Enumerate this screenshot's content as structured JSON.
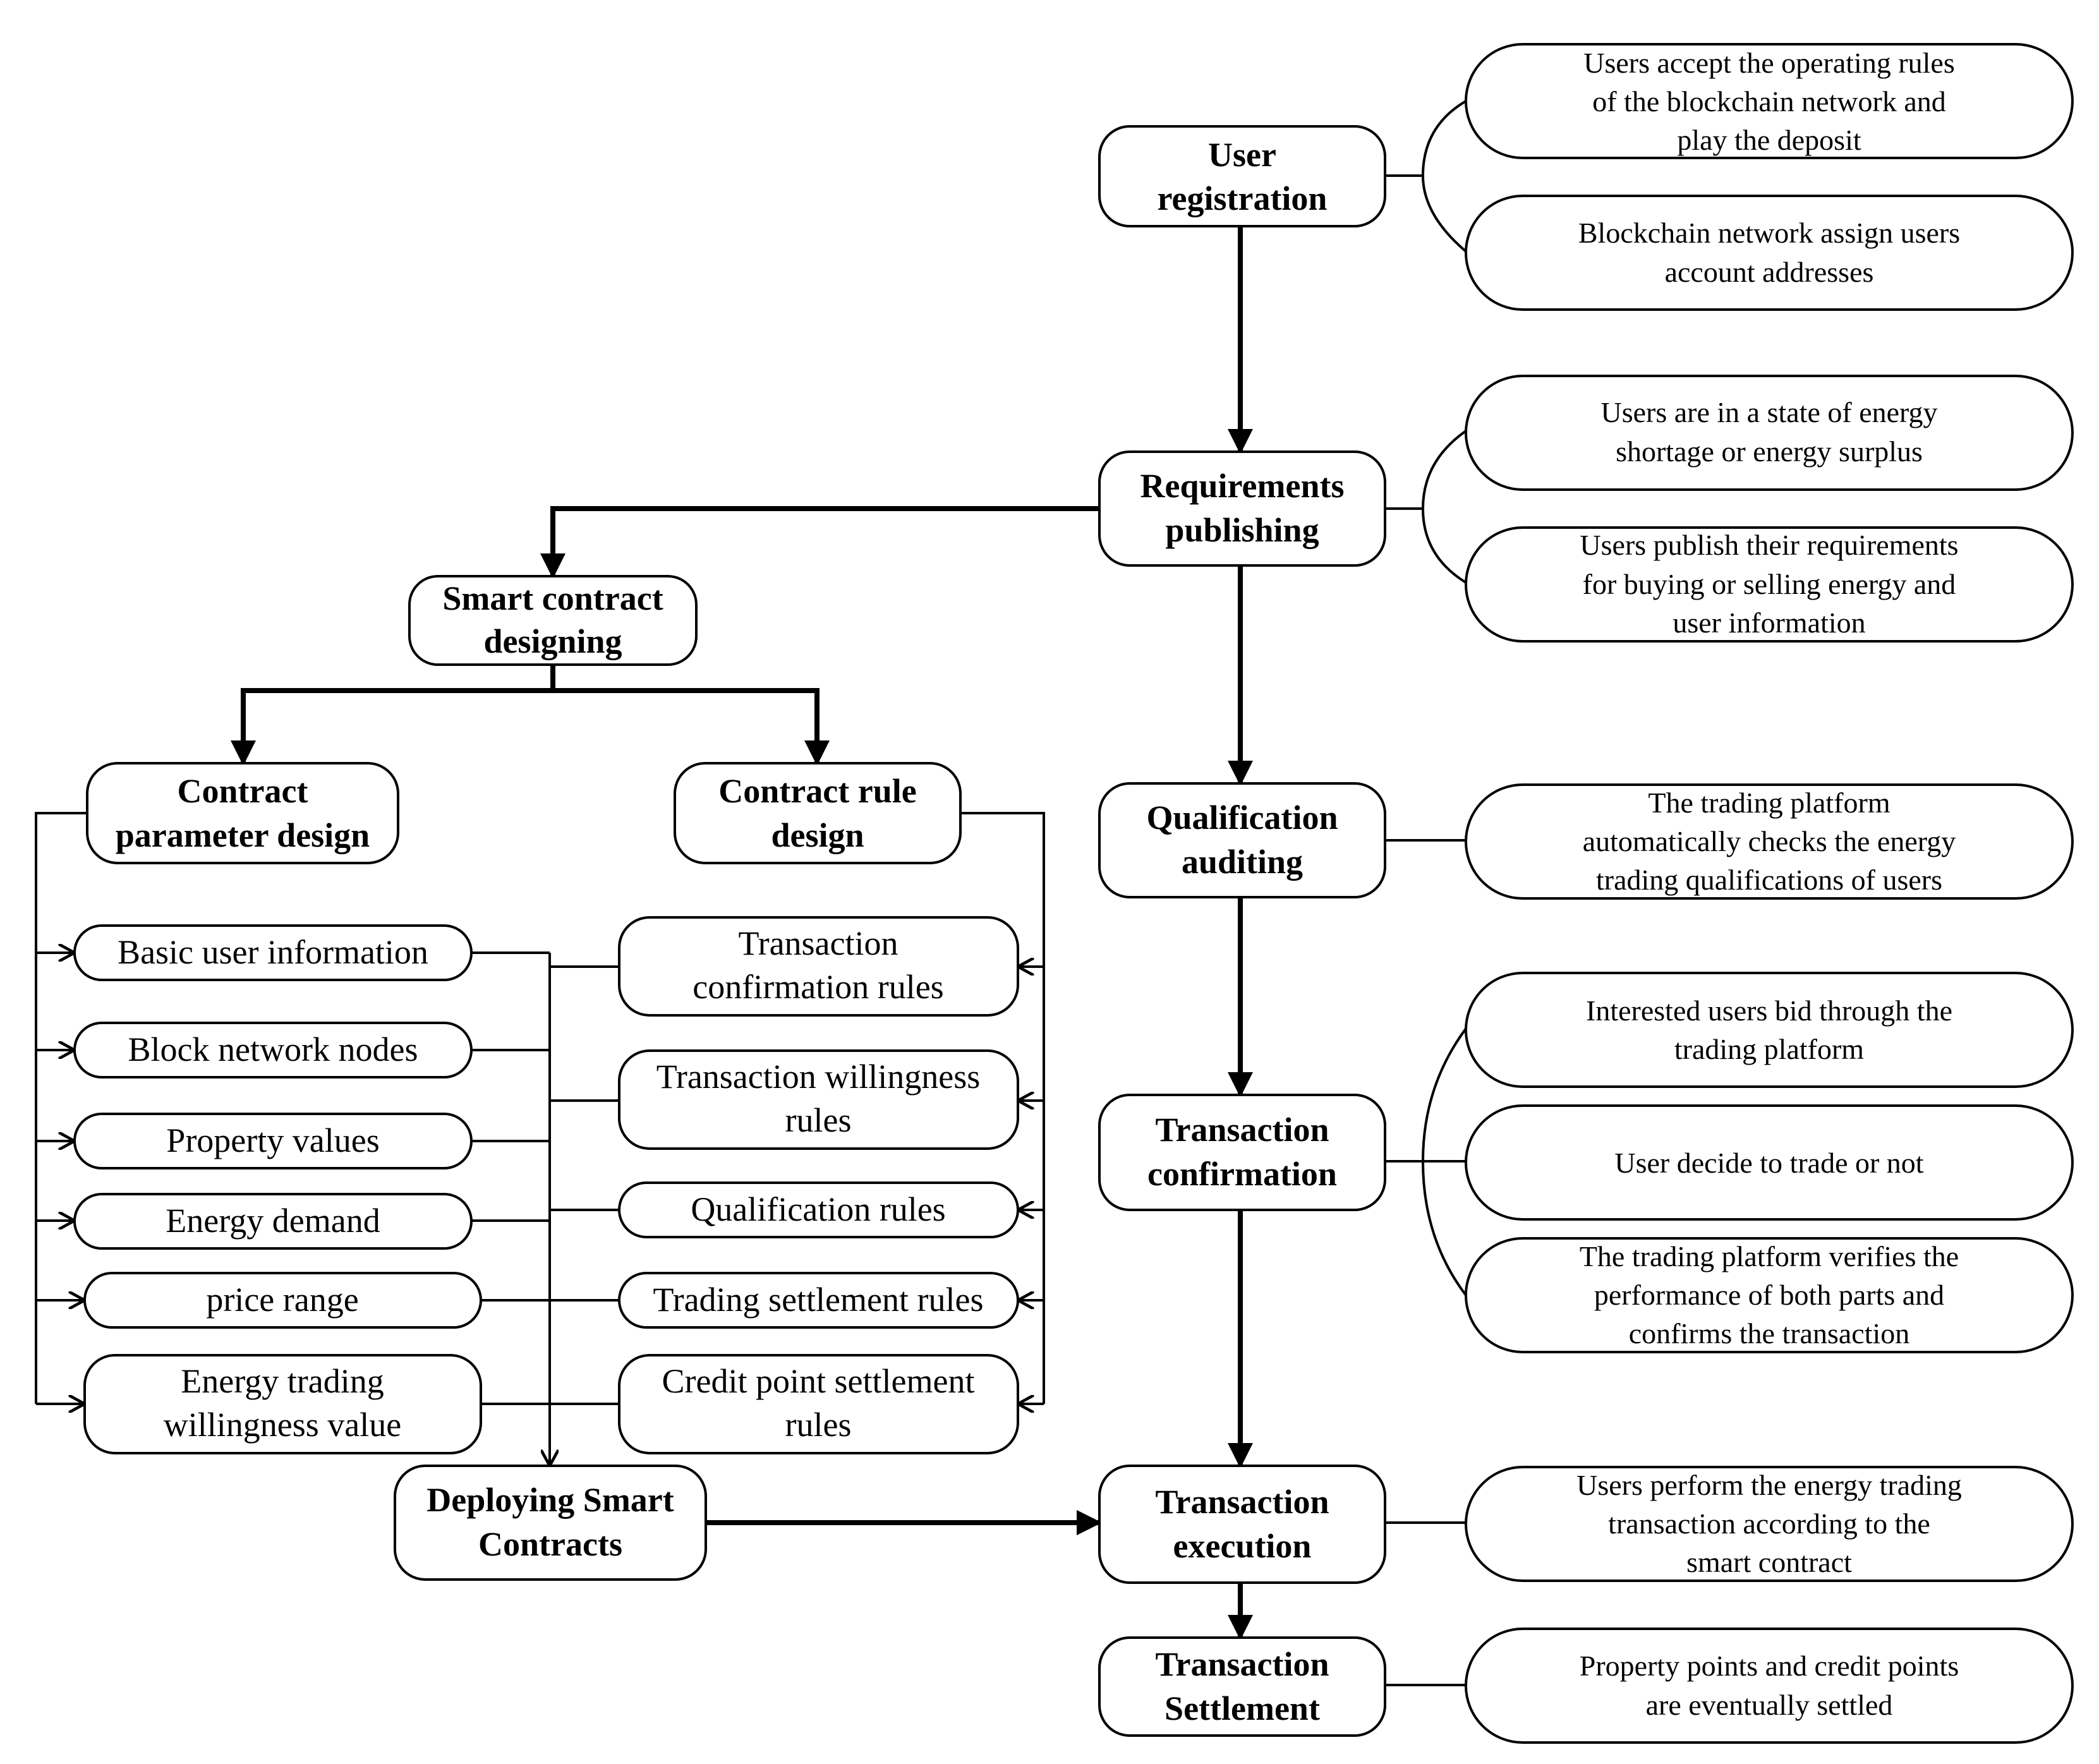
{
  "main_flow": {
    "user_registration": [
      "User",
      "registration"
    ],
    "requirements_publishing": [
      "Requirements",
      "publishing"
    ],
    "qualification_auditing": [
      "Qualification",
      "auditing"
    ],
    "transaction_confirmation": [
      "Transaction",
      "confirmation"
    ],
    "transaction_execution": [
      "Transaction",
      "execution"
    ],
    "transaction_settlement": [
      "Transaction",
      "Settlement"
    ]
  },
  "notes": {
    "user_registration": [
      [
        "Users accept the operating rules",
        "of the blockchain network and",
        "play the deposit"
      ],
      [
        "Blockchain network assign users",
        "account addresses"
      ]
    ],
    "requirements_publishing": [
      [
        "Users are in a state of energy",
        "shortage or energy surplus"
      ],
      [
        "Users publish their requirements",
        "for buying or selling energy and",
        "user information"
      ]
    ],
    "qualification_auditing": [
      [
        "The trading platform",
        "automatically checks the energy",
        "trading qualifications of users"
      ]
    ],
    "transaction_confirmation": [
      [
        "Interested users bid through the",
        "trading platform"
      ],
      [
        "User decide to trade or not"
      ],
      [
        "The trading platform verifies the",
        "performance of both parts and",
        "confirms the transaction"
      ]
    ],
    "transaction_execution": [
      [
        "Users perform the energy trading",
        "transaction according to the",
        "smart contract"
      ]
    ],
    "transaction_settlement": [
      [
        "Property points and credit points",
        "are eventually settled"
      ]
    ]
  },
  "smart_contract": {
    "designing": [
      "Smart contract",
      "designing"
    ],
    "parameter_design": [
      "Contract",
      "parameter design"
    ],
    "rule_design": [
      "Contract rule",
      "design"
    ],
    "deploying": [
      "Deploying Smart",
      "Contracts"
    ],
    "parameters": [
      [
        "Basic user information"
      ],
      [
        "Block network nodes"
      ],
      [
        "Property values"
      ],
      [
        "Energy demand"
      ],
      [
        "price range"
      ],
      [
        "Energy trading",
        "willingness value"
      ]
    ],
    "rules": [
      [
        "Transaction",
        "confirmation rules"
      ],
      [
        "Transaction willingness",
        "rules"
      ],
      [
        "Qualification rules"
      ],
      [
        "Trading settlement rules"
      ],
      [
        "Credit point settlement",
        "rules"
      ]
    ]
  }
}
